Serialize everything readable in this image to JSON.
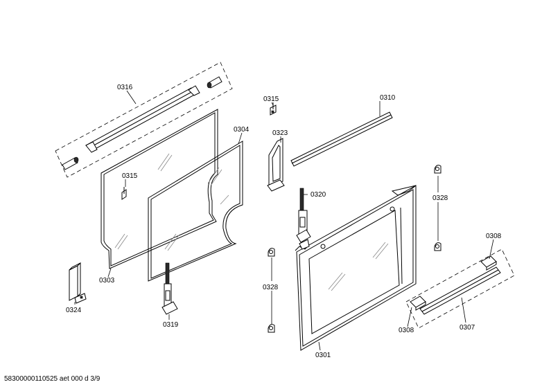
{
  "diagram": {
    "labels": {
      "p0316": "0316",
      "p0315a": "0315",
      "p0310": "0310",
      "p0304": "0304",
      "p0323": "0323",
      "p0315b": "0315",
      "p0320": "0320",
      "p0328a": "0328",
      "p0308a": "0308",
      "p0303": "0303",
      "p0328b": "0328",
      "p0324": "0324",
      "p0319": "0319",
      "p0308b": "0308",
      "p0307": "0307",
      "p0301": "0301"
    }
  },
  "footer": {
    "document_id": "58300000110525 aet 000 d 3/9"
  }
}
